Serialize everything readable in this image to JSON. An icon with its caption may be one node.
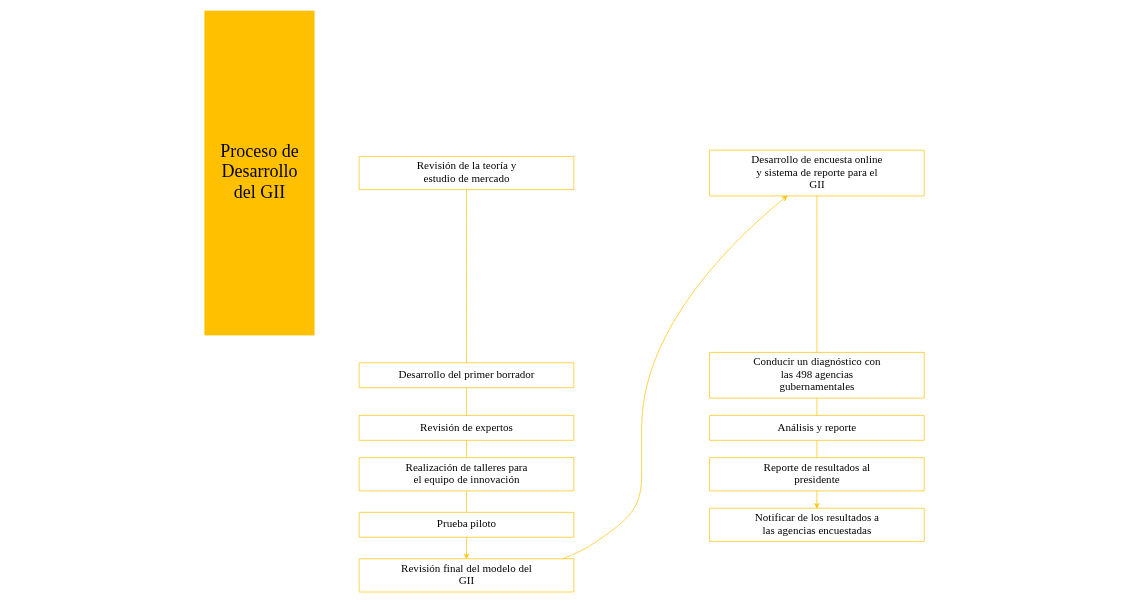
{
  "diagram": {
    "nodes": [
      {
        "text": [
          "Proceso de Desarrollo del GII"
        ]
      },
      {
        "text": [
          "Revisión de la teoría y estudio de mercado"
        ]
      },
      {
        "text": [
          "Desarrollo del primer borrador"
        ]
      },
      {
        "text": [
          "Revisión de expertos"
        ]
      },
      {
        "text": [
          "Realización de talleres para el equipo de innovación"
        ]
      },
      {
        "text": [
          "Prueba piloto"
        ]
      },
      {
        "text": [
          "Revisión final del modelo del GII"
        ]
      },
      {
        "text": [
          "Desarrollo de encuesta online y sistema de reporte para el GII"
        ]
      },
      {
        "text": [
          "Conducir un diagnóstico con las 498 agencias gubernamentales"
        ]
      },
      {
        "text": [
          "Análisis y reporte"
        ]
      },
      {
        "text": [
          "Reporte de resultados al presidente"
        ]
      },
      {
        "text": [
          "Notificar de los resultados a las agencias encuestadas"
        ]
      }
    ],
    "edges": [
      {
        "from": 1,
        "to": 2,
        "arrow": "none"
      },
      {
        "from": 2,
        "to": 3,
        "arrow": "none"
      },
      {
        "from": 3,
        "to": 4,
        "arrow": "none"
      },
      {
        "from": 4,
        "to": 5,
        "arrow": "none"
      },
      {
        "from": 5,
        "to": 6,
        "arrow": "to"
      },
      {
        "from": 6,
        "to": 7,
        "arrow": "to"
      },
      {
        "from": 7,
        "to": 8,
        "arrow": "none"
      },
      {
        "from": 8,
        "to": 9,
        "arrow": "none"
      },
      {
        "from": 9,
        "to": 10,
        "arrow": "none"
      },
      {
        "from": 10,
        "to": 11,
        "arrow": "to"
      }
    ]
  }
}
